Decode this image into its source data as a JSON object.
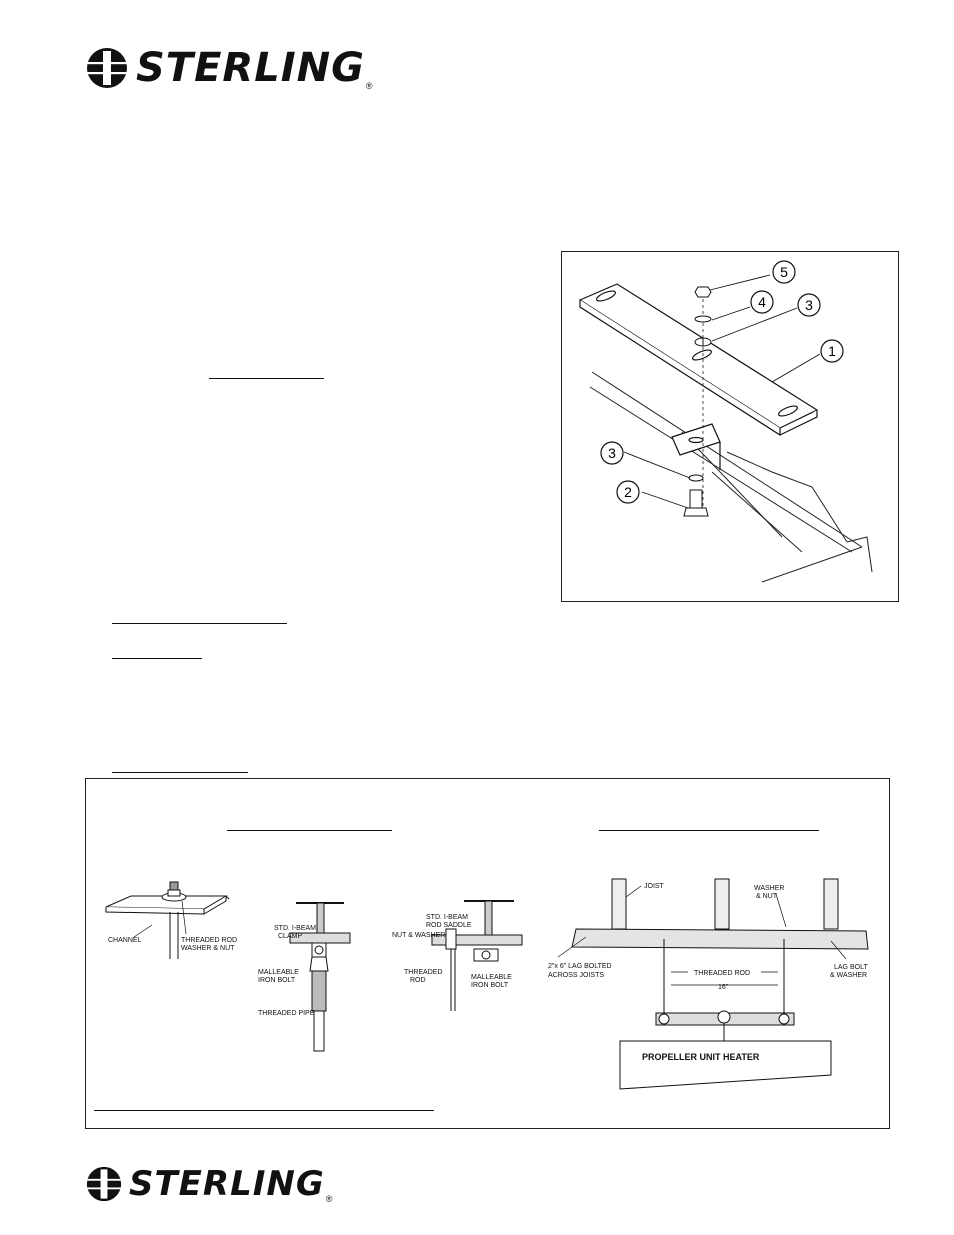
{
  "header_logo": {
    "wordmark": "STERLING",
    "registered": "®"
  },
  "footer_logo": {
    "wordmark": "STERLING",
    "registered": "®"
  },
  "figure_mounting": {
    "callouts": [
      "5",
      "4",
      "3",
      "1",
      "3",
      "2"
    ]
  },
  "figure_hanging": {
    "rod_labels": {
      "channel": "CHANNEL",
      "threaded_rod_washer_nut": [
        "THREADED ROD",
        "WASHER & NUT"
      ],
      "std_ibeam_clamp": [
        "STD. I-BEAM",
        "CLAMP"
      ],
      "malleable_iron_bolt_1": [
        "MALLEABLE",
        "IRON BOLT"
      ],
      "threaded_pipe": "THREADED PIPE",
      "std_ibeam_rod_saddle": [
        "STD. I-BEAM",
        "ROD SADDLE"
      ],
      "nut_washer": "NUT & WASHER",
      "threaded_rod_2": [
        "THREADED",
        "ROD"
      ],
      "malleable_iron_bolt_2": [
        "MALLEABLE",
        "IRON BOLT"
      ]
    },
    "joist_labels": {
      "joist": "JOIST",
      "washer_nut": [
        "WASHER",
        "& NUT"
      ],
      "lag_bolted": [
        "2\"x 6\" LAG BOLTED",
        "ACROSS JOISTS"
      ],
      "threaded_rod": "THREADED ROD",
      "spacing": "16\"",
      "lag_bolt_washer": [
        "LAG BOLT",
        "& WASHER"
      ],
      "heater": "PROPELLER  UNIT  HEATER"
    }
  }
}
